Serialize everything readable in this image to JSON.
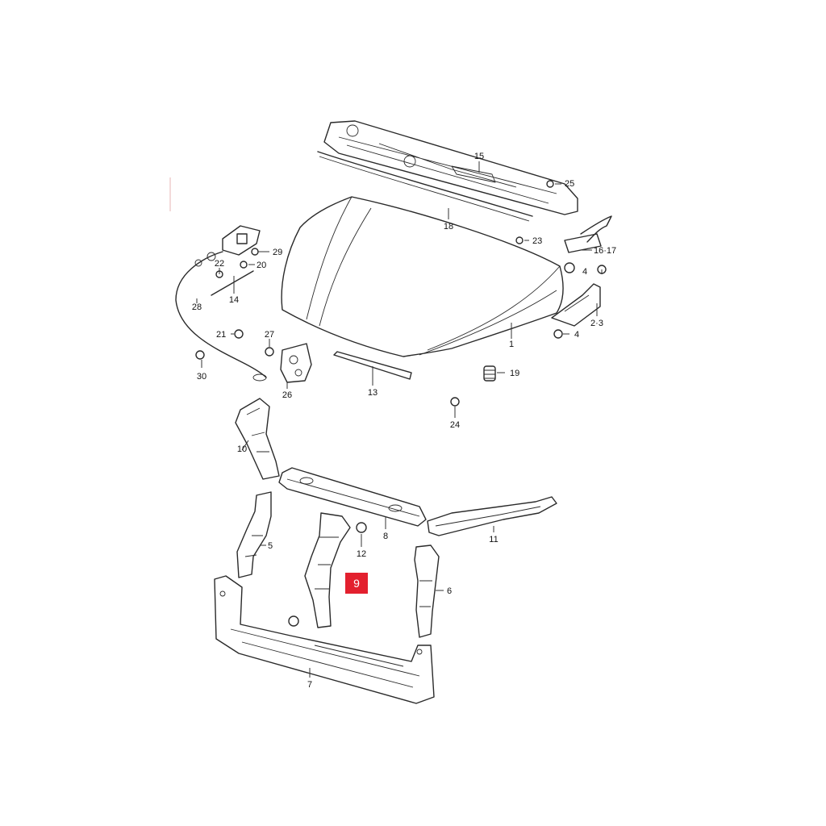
{
  "highlighted_part": "9",
  "callouts": {
    "p1": "1",
    "p2_3": "2·3",
    "p4a": "4",
    "p4b": "4",
    "p5": "5",
    "p6": "6",
    "p7": "7",
    "p8": "8",
    "p10": "10",
    "p11": "11",
    "p12": "12",
    "p13": "13",
    "p14": "14",
    "p15": "15",
    "p16_17": "16·17",
    "p18": "18",
    "p19": "19",
    "p20": "20",
    "p21": "21",
    "p22": "22",
    "p23": "23",
    "p24": "24",
    "p25": "25",
    "p26": "26",
    "p27": "27",
    "p28": "28",
    "p29": "29",
    "p30": "30"
  },
  "colors": {
    "highlight": "#e3202e",
    "line": "#2a2a2a",
    "background": "#ffffff"
  }
}
